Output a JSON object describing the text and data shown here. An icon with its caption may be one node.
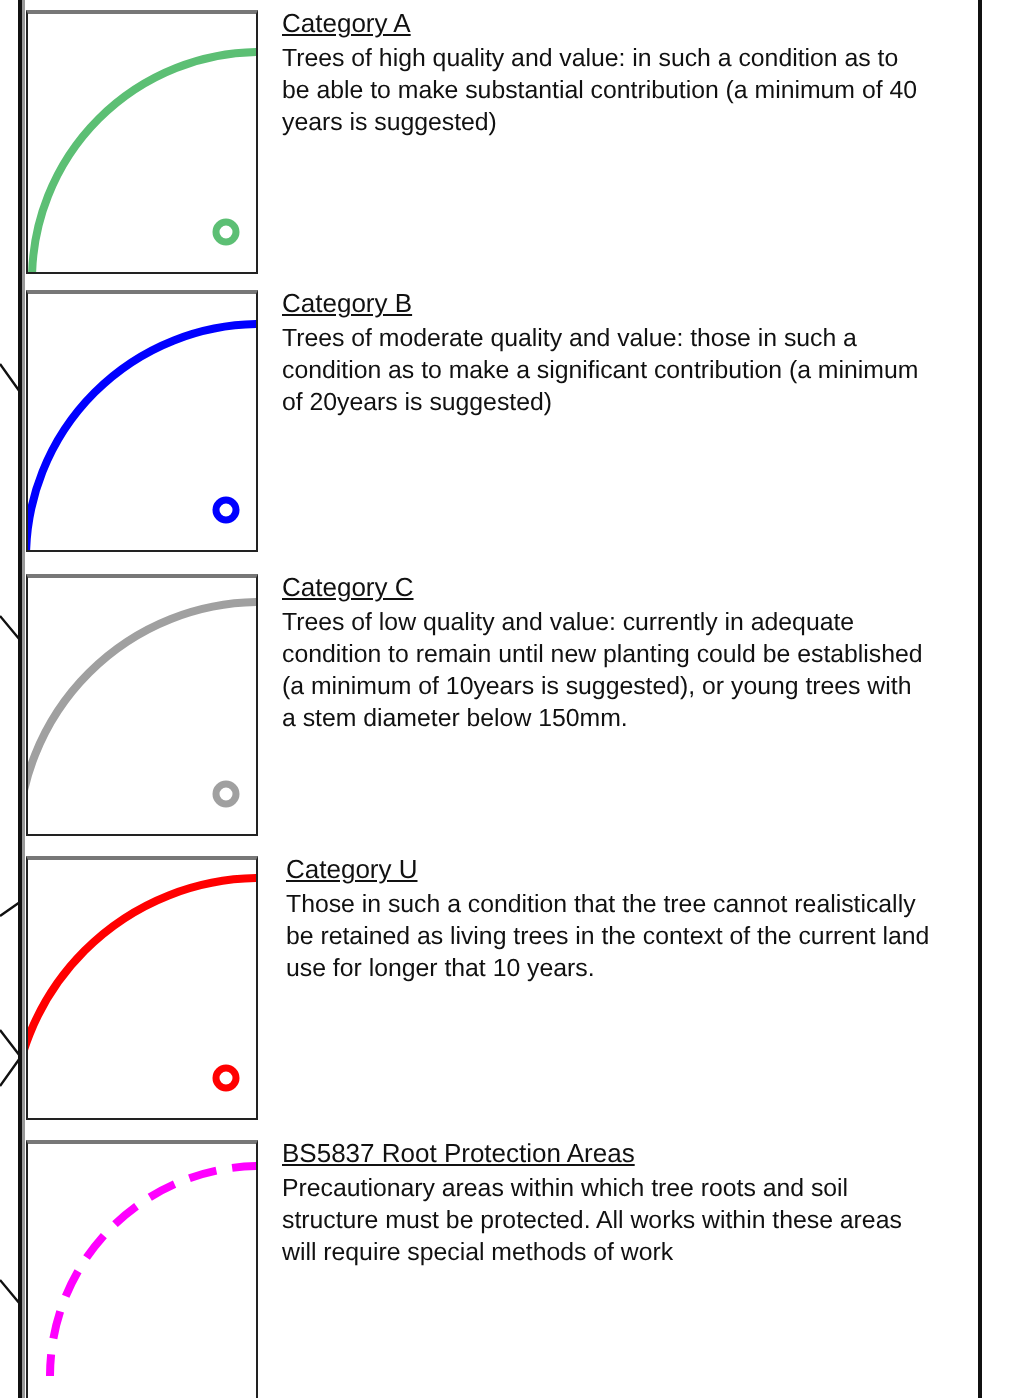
{
  "diagram": {
    "nodes": [
      {
        "text": [
          "Category A",
          "Trees of high quality and value: in such a condition as to be able to make substantial contribution (a minimum of 40 years is suggested)"
        ]
      },
      {
        "text": [
          "Category B",
          "Trees of moderate quality and value: those in such a condition as to make a significant contribution (a minimum of 20years is suggested)"
        ]
      },
      {
        "text": [
          "Category C",
          "Trees of low quality and value: currently in adequate condition to remain until new planting could be established (a minimum of 10years is suggested), or young trees with a stem diameter below 150mm."
        ]
      },
      {
        "text": [
          "Category U",
          "Those in such a condition that the tree cannot realistically be retained as living trees in the context of the current land use for longer that 10 years."
        ]
      },
      {
        "text": [
          "BS5837 Root Protection Areas",
          "Precautionary areas within which tree roots and soil structure must be protected. All works within these areas will require special methods of work"
        ]
      }
    ]
  }
}
